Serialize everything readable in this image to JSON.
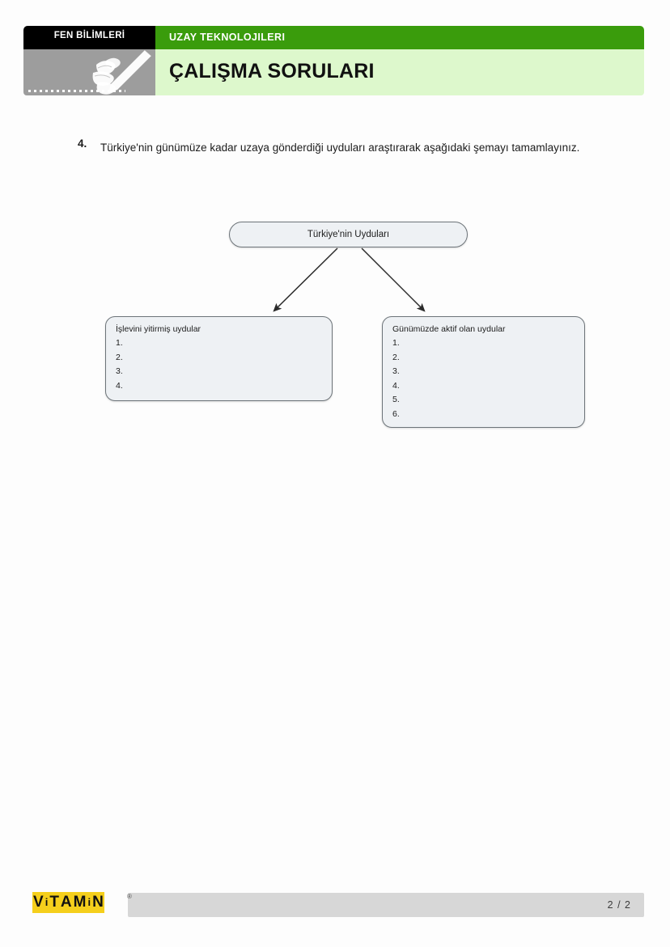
{
  "header": {
    "subject_label": "FEN BİLİMLERİ",
    "topic_label": "UZAY TEKNOLOJILERI",
    "sheet_title": "ÇALIŞMA SORULARI",
    "icon": "hand-writing-pencil-icon",
    "colors": {
      "black_bar": "#000000",
      "green_bar": "#3a9c0c",
      "light_green": "#ddf8cc",
      "gray_panel": "#9d9d9d"
    }
  },
  "question": {
    "number": "4.",
    "text": "Türkiye'nin günümüze kadar uzaya gönderdiği uyduları araştırarak aşağıdaki şemayı tamamlayınız."
  },
  "diagram": {
    "root": {
      "title": "Türkiye'nin Uyduları"
    },
    "branches": [
      {
        "heading": "İşlevini yitirmiş uydular",
        "items": [
          "1.",
          "2.",
          "3.",
          "4."
        ]
      },
      {
        "heading": "Günümüzde aktif olan uydular",
        "items": [
          "1.",
          "2.",
          "3.",
          "4.",
          "5.",
          "6."
        ]
      }
    ],
    "colors": {
      "node_fill": "#eef1f4",
      "node_border": "#6d7479",
      "arrow": "#2b2b2b"
    }
  },
  "footer": {
    "logo_text": "ViTAMiN",
    "logo_letters": [
      "V",
      "i",
      "T",
      "A",
      "M",
      "i",
      "N"
    ],
    "logo_trademark": "®",
    "page_indicator": "2 / 2",
    "colors": {
      "bar": "#d7d7d7",
      "logo_yellow": "#f5cf1c"
    }
  }
}
